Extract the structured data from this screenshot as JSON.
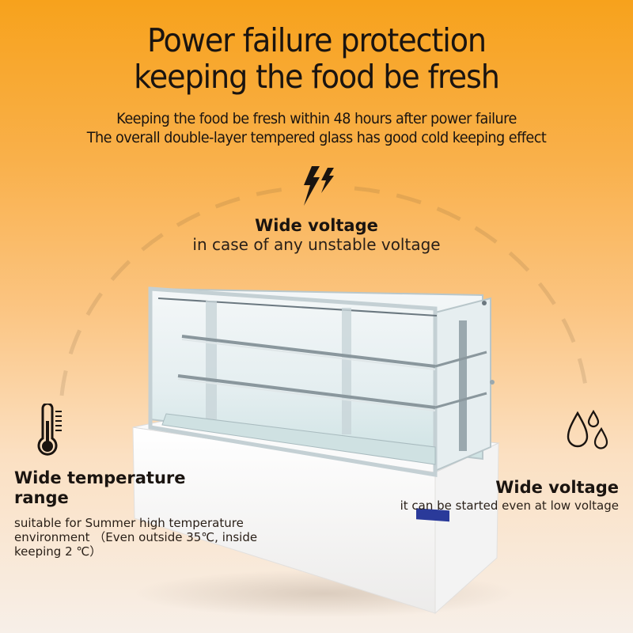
{
  "header": {
    "title_line1": "Power failure protection",
    "title_line2": "keeping the food be fresh",
    "subtitle_line1": "Keeping the food be fresh within 48 hours after power failure",
    "subtitle_line2": "The overall double-layer tempered glass has good cold keeping effect"
  },
  "features": {
    "top": {
      "icon": "lightning-icon",
      "title": "Wide voltage",
      "text": "in case of any unstable voltage"
    },
    "left": {
      "icon": "thermometer-icon",
      "title_line1": "Wide temperature",
      "title_line2": "range",
      "text_line1": "suitable for Summer high temperature",
      "text_line2": "environment （Even outside 35℃, inside",
      "text_line3": "keeping 2 ℃）"
    },
    "right": {
      "icon": "water-drops-icon",
      "title": "Wide voltage",
      "text": "it can be started even at low voltage"
    }
  },
  "product": {
    "name": "glass cake display refrigerator",
    "badge_color": "#2a3a9a"
  },
  "colors": {
    "background_top": "#f7a21c",
    "background_bottom": "#f7efe8",
    "text": "#1a1410"
  }
}
